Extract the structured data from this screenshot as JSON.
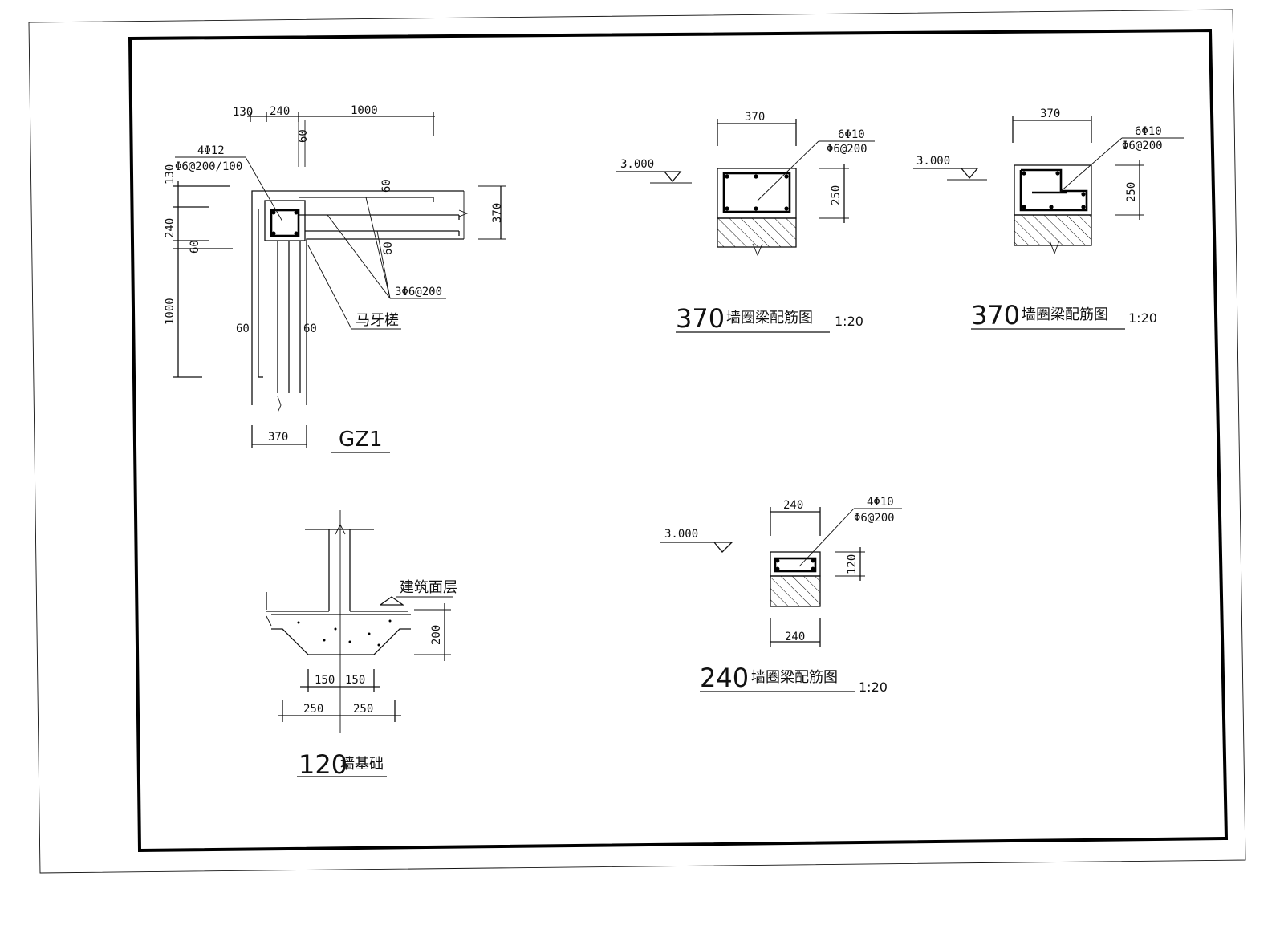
{
  "gz1": {
    "title": "GZ1",
    "dim_top": [
      "130",
      "240",
      "1000"
    ],
    "dim_60_top": "60",
    "rebar_main": "4Φ12",
    "rebar_stirrup": "Φ6@200/100",
    "dim_left": [
      "130",
      "240",
      "60",
      "1000"
    ],
    "dim_60_r1": "60",
    "dim_60_r2": "60",
    "dim_370_right": "370",
    "tie_label": "3Φ6@200",
    "toothed_label": "马牙槎",
    "dim_60_l": "60",
    "dim_60_m": "60",
    "dim_bottom": "370"
  },
  "beam370a": {
    "width": "370",
    "elev": "3.000",
    "rebar_main": "6Φ10",
    "rebar_stirrup": "Φ6@200",
    "height": "250",
    "title_num": "370",
    "title_cn": "墙圈梁配筋图",
    "scale": "1:20"
  },
  "beam370b": {
    "width": "370",
    "elev": "3.000",
    "rebar_main": "6Φ10",
    "rebar_stirrup": "Φ6@200",
    "height": "250",
    "title_num": "370",
    "title_cn": "墙圈梁配筋图",
    "scale": "1:20"
  },
  "beam240": {
    "width_top": "240",
    "elev": "3.000",
    "rebar_main": "4Φ10",
    "rebar_stirrup": "Φ6@200",
    "height": "120",
    "width_bottom": "240",
    "title_num": "240",
    "title_cn": "墙圈梁配筋图",
    "scale": "1:20"
  },
  "foundation": {
    "finish_label": "建筑面层",
    "dim_height": "200",
    "dim_inner": [
      "150",
      "150"
    ],
    "dim_outer": [
      "250",
      "250"
    ],
    "title_num": "120",
    "title_cn": "墙基础"
  }
}
